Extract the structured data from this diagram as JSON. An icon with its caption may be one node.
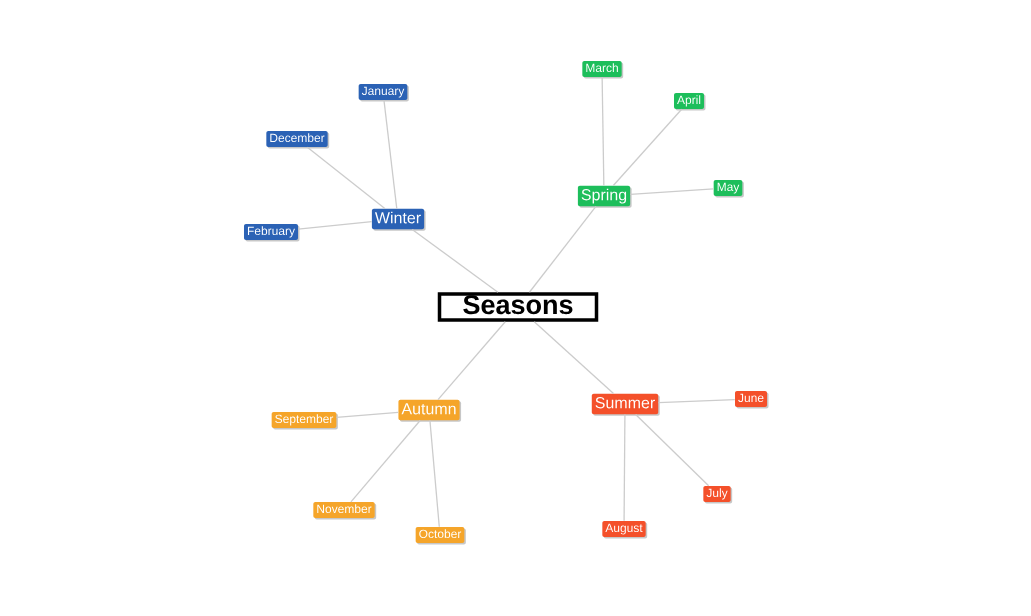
{
  "diagram": {
    "nodes": [
      {
        "text": [
          "Seasons"
        ]
      },
      {
        "text": [
          "Winter"
        ]
      },
      {
        "text": [
          "January"
        ]
      },
      {
        "text": [
          "December"
        ]
      },
      {
        "text": [
          "February"
        ]
      },
      {
        "text": [
          "Spring"
        ]
      },
      {
        "text": [
          "March"
        ]
      },
      {
        "text": [
          "April"
        ]
      },
      {
        "text": [
          "May"
        ]
      },
      {
        "text": [
          "Summer"
        ]
      },
      {
        "text": [
          "June"
        ]
      },
      {
        "text": [
          "July"
        ]
      },
      {
        "text": [
          "August"
        ]
      },
      {
        "text": [
          "Autumn"
        ]
      },
      {
        "text": [
          "September"
        ]
      },
      {
        "text": [
          "October"
        ]
      },
      {
        "text": [
          "November"
        ]
      }
    ],
    "edges": [
      {
        "from": 0,
        "to": 1,
        "arrow": "none"
      },
      {
        "from": 0,
        "to": 5,
        "arrow": "none"
      },
      {
        "from": 0,
        "to": 9,
        "arrow": "none"
      },
      {
        "from": 0,
        "to": 13,
        "arrow": "none"
      },
      {
        "from": 1,
        "to": 2,
        "arrow": "none"
      },
      {
        "from": 1,
        "to": 3,
        "arrow": "none"
      },
      {
        "from": 1,
        "to": 4,
        "arrow": "none"
      },
      {
        "from": 5,
        "to": 6,
        "arrow": "none"
      },
      {
        "from": 5,
        "to": 7,
        "arrow": "none"
      },
      {
        "from": 5,
        "to": 8,
        "arrow": "none"
      },
      {
        "from": 9,
        "to": 10,
        "arrow": "none"
      },
      {
        "from": 9,
        "to": 11,
        "arrow": "none"
      },
      {
        "from": 9,
        "to": 12,
        "arrow": "none"
      },
      {
        "from": 13,
        "to": 14,
        "arrow": "none"
      },
      {
        "from": 13,
        "to": 15,
        "arrow": "none"
      },
      {
        "from": 13,
        "to": 16,
        "arrow": "none"
      }
    ]
  }
}
